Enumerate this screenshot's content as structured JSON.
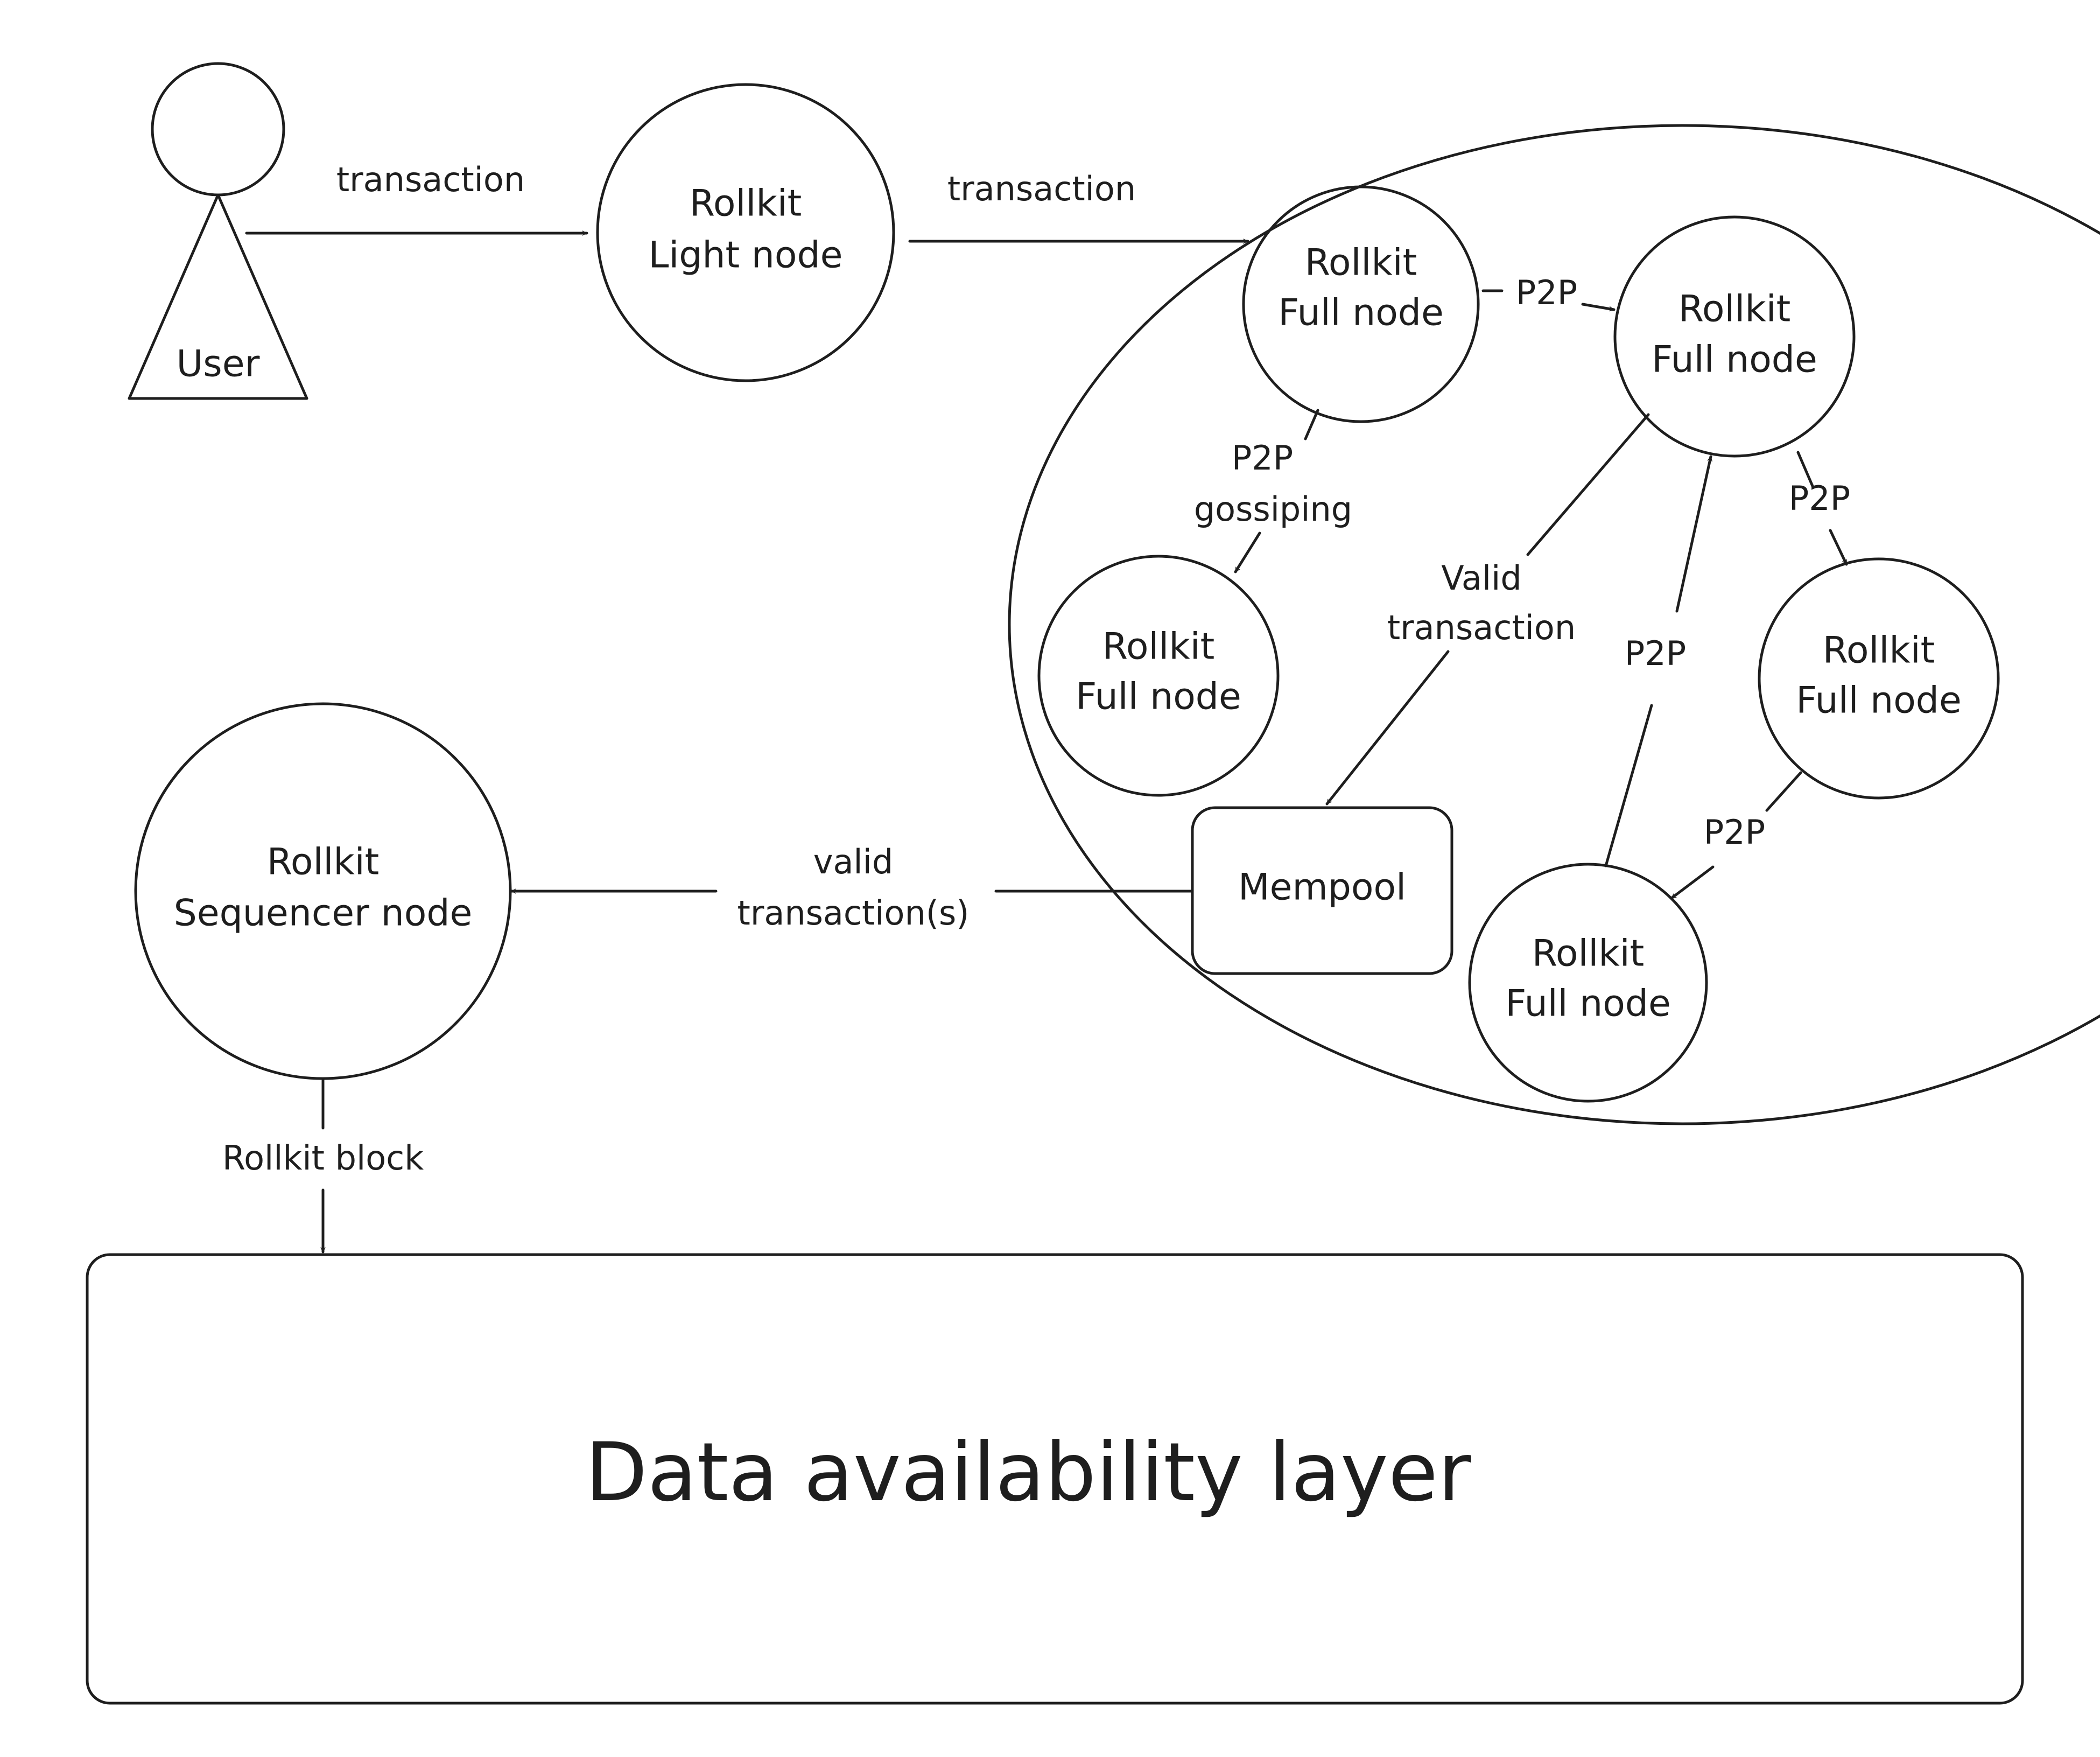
{
  "nodes": {
    "user": {
      "label": "User"
    },
    "light_node": {
      "line1": "Rollkit",
      "line2": "Light node"
    },
    "full_node_a": {
      "line1": "Rollkit",
      "line2": "Full node"
    },
    "full_node_b": {
      "line1": "Rollkit",
      "line2": "Full node"
    },
    "full_node_c": {
      "line1": "Rollkit",
      "line2": "Full node"
    },
    "full_node_d": {
      "line1": "Rollkit",
      "line2": "Full node"
    },
    "full_node_e": {
      "line1": "Rollkit",
      "line2": "Full node"
    },
    "mempool": {
      "label": "Mempool"
    },
    "sequencer_node": {
      "line1": "Rollkit",
      "line2": "Sequencer node"
    },
    "data_layer": {
      "label": "Data availability layer"
    }
  },
  "edges": {
    "user_to_light": "transaction",
    "light_to_full": "transaction",
    "a_to_b": "P2P",
    "a_to_c": {
      "line1": "P2P",
      "line2": "gossiping"
    },
    "b_to_mempool": {
      "line1": "Valid",
      "line2": "transaction"
    },
    "e_to_b": "P2P",
    "b_to_d": "P2P",
    "d_to_e": "P2P",
    "mempool_to_sequencer": {
      "line1": "valid",
      "line2": "transaction(s)"
    },
    "sequencer_to_da": "Rollkit block"
  }
}
